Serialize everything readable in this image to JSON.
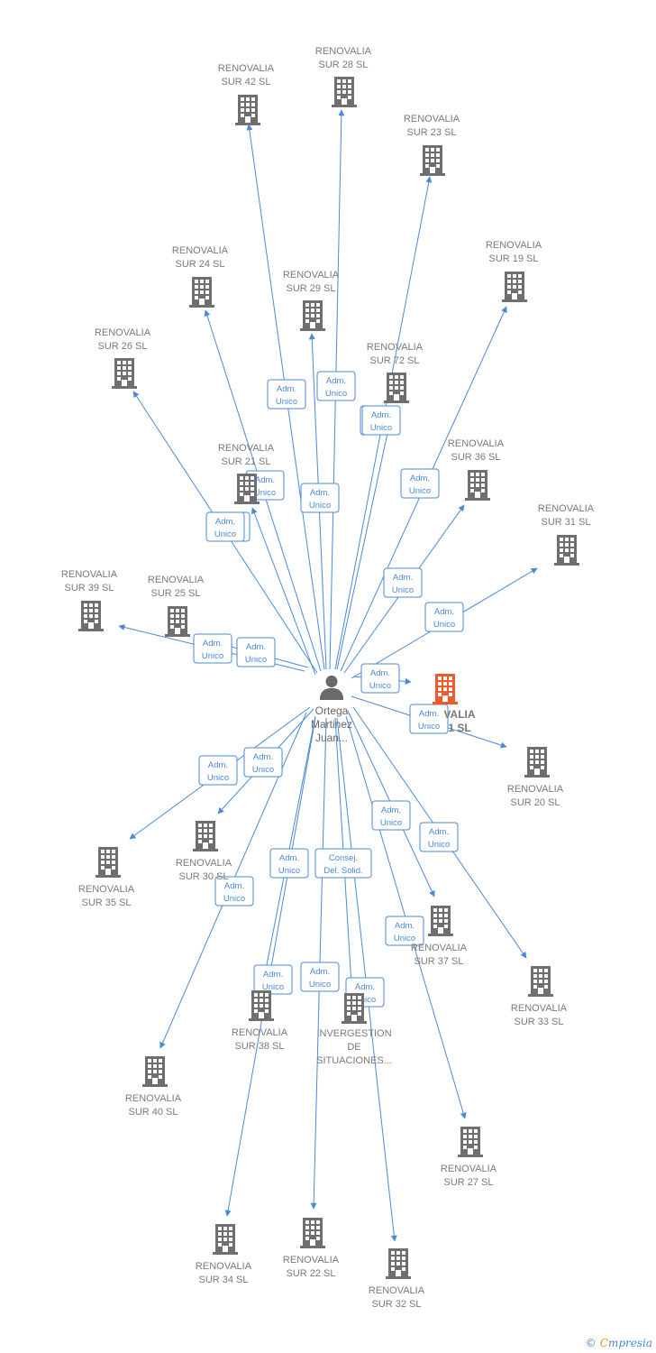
{
  "colors": {
    "edge": "#4a8ad6",
    "building": "#6f6f6f",
    "focus_building": "#f05a28",
    "person": "#6a6a6a"
  },
  "center": {
    "name_lines": [
      "Ortega",
      "Martinez",
      "Juan..."
    ],
    "icon": "person-icon"
  },
  "focus": {
    "label_lines": [
      "VALIA",
      "1 SL"
    ],
    "icon": "building-icon"
  },
  "nodes": [
    {
      "id": "sur42",
      "lines": [
        "RENOVALIA",
        "SUR 42  SL"
      ]
    },
    {
      "id": "sur28",
      "lines": [
        "RENOVALIA",
        "SUR 28  SL"
      ]
    },
    {
      "id": "sur23",
      "lines": [
        "RENOVALIA",
        "SUR 23  SL"
      ]
    },
    {
      "id": "sur24",
      "lines": [
        "RENOVALIA",
        "SUR 24  SL"
      ]
    },
    {
      "id": "sur29",
      "lines": [
        "RENOVALIA",
        "SUR 29  SL"
      ]
    },
    {
      "id": "sur19",
      "lines": [
        "RENOVALIA",
        "SUR 19  SL"
      ]
    },
    {
      "id": "sur26",
      "lines": [
        "RENOVALIA",
        "SUR 26  SL"
      ]
    },
    {
      "id": "sur72",
      "lines": [
        "RENOVALIA",
        "SUR 72  SL"
      ]
    },
    {
      "id": "sur36",
      "lines": [
        "RENOVALIA",
        "SUR 36  SL"
      ]
    },
    {
      "id": "sur21",
      "lines": [
        "RENOVALIA",
        "SUR 21  SL"
      ]
    },
    {
      "id": "sur31",
      "lines": [
        "RENOVALIA",
        "SUR 31  SL"
      ]
    },
    {
      "id": "sur39",
      "lines": [
        "RENOVALIA",
        "SUR 39  SL"
      ]
    },
    {
      "id": "sur25",
      "lines": [
        "RENOVALIA",
        "SUR 25  SL"
      ]
    },
    {
      "id": "sur20",
      "lines": [
        "RENOVALIA",
        "SUR 20  SL"
      ]
    },
    {
      "id": "sur35",
      "lines": [
        "RENOVALIA",
        "SUR 35  SL"
      ]
    },
    {
      "id": "sur30",
      "lines": [
        "RENOVALIA",
        "SUR 30  SL"
      ]
    },
    {
      "id": "sur37",
      "lines": [
        "RENOVALIA",
        "SUR 37  SL"
      ]
    },
    {
      "id": "sur33",
      "lines": [
        "RENOVALIA",
        "SUR 33  SL"
      ]
    },
    {
      "id": "sur38",
      "lines": [
        "RENOVALIA",
        "SUR 38  SL"
      ]
    },
    {
      "id": "invergestion",
      "lines": [
        "INVERGESTION",
        "DE",
        "SITUACIONES..."
      ]
    },
    {
      "id": "sur40",
      "lines": [
        "RENOVALIA",
        "SUR 40  SL"
      ]
    },
    {
      "id": "sur27",
      "lines": [
        "RENOVALIA",
        "SUR 27  SL"
      ]
    },
    {
      "id": "sur34",
      "lines": [
        "RENOVALIA",
        "SUR 34  SL"
      ]
    },
    {
      "id": "sur22",
      "lines": [
        "RENOVALIA",
        "SUR 22  SL"
      ]
    },
    {
      "id": "sur32",
      "lines": [
        "RENOVALIA",
        "SUR 32  SL"
      ]
    }
  ],
  "edges": [
    {
      "to": "sur42",
      "label": [
        "Adm.",
        "Unico"
      ]
    },
    {
      "to": "sur28",
      "label": [
        "Adm.",
        "Unico"
      ]
    },
    {
      "to": "sur23",
      "label": [
        "Adm.",
        "Unico"
      ]
    },
    {
      "to": "sur24",
      "label": [
        "Adm.",
        "Unico"
      ]
    },
    {
      "to": "sur29",
      "label": [
        "Adm.",
        "Unico"
      ]
    },
    {
      "to": "sur19",
      "label": [
        "Adm.",
        "Unico"
      ]
    },
    {
      "to": "sur26",
      "label": [
        "Adm.",
        "Unico"
      ]
    },
    {
      "to": "sur72",
      "label": [
        "Adm.",
        "Unico"
      ]
    },
    {
      "to": "sur36",
      "label": [
        "Adm.",
        "Unico"
      ]
    },
    {
      "to": "sur21",
      "label": [
        "Adm.",
        "Unico"
      ]
    },
    {
      "to": "sur31",
      "label": [
        "Adm.",
        "Unico"
      ]
    },
    {
      "to": "sur39",
      "label": [
        "Adm.",
        "Unico"
      ]
    },
    {
      "to": "sur25",
      "label": [
        "Adm.",
        "Unico"
      ]
    },
    {
      "to": "focus",
      "label": [
        "Adm.",
        "Unico"
      ]
    },
    {
      "to": "sur20",
      "label": [
        "Adm.",
        "Unico"
      ]
    },
    {
      "to": "sur35",
      "label": [
        "Adm.",
        "Unico"
      ]
    },
    {
      "to": "sur30",
      "label": [
        "Adm.",
        "Unico"
      ]
    },
    {
      "to": "sur37",
      "label": [
        "Adm.",
        "Unico"
      ]
    },
    {
      "to": "sur33",
      "label": [
        "Adm.",
        "Unico"
      ]
    },
    {
      "to": "sur38",
      "label": [
        "Adm.",
        "Unico"
      ]
    },
    {
      "to": "invergestion",
      "label": [
        "Consej.",
        "Del. Solid."
      ]
    },
    {
      "to": "sur40",
      "label": [
        "Adm.",
        "Unico"
      ]
    },
    {
      "to": "sur27",
      "label": [
        "Adm.",
        "Unico"
      ]
    },
    {
      "to": "sur34",
      "label": [
        "Adm.",
        "Unico"
      ]
    },
    {
      "to": "sur22",
      "label": [
        "Adm.",
        "Unico"
      ]
    },
    {
      "to": "sur32",
      "label": [
        "Adm.",
        "Unico"
      ]
    }
  ],
  "footer": {
    "copyright": "©",
    "brand_first": "C",
    "brand_rest": "mpresia"
  }
}
